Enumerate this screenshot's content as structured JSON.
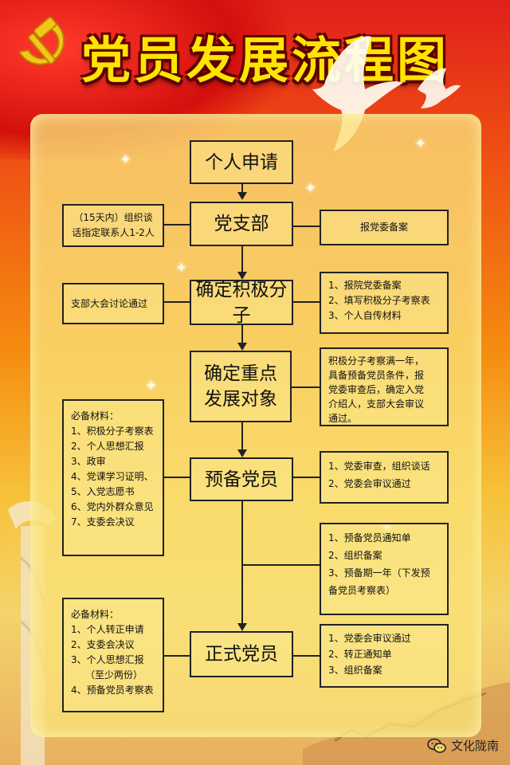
{
  "title": "党员发展流程图",
  "watermark": "文化陇南",
  "steps": {
    "s1": "个人申请",
    "s2": "党支部",
    "s3": "确定积极分子",
    "s4": "确定重点\n发展对象",
    "s5": "预备党员",
    "s6": "正式党员"
  },
  "left_notes": {
    "n1": "（15天内）组织谈\n话指定联系人1-2人",
    "n2": "支部大会讨论通过",
    "n3": "必备材料：\n1、积极分子考察表\n2、个人思想汇报\n3、政审\n4、党课学习证明、\n5、入党志愿书\n6、党内外群众意见\n7、支委会决议",
    "n4": "必备材料：\n1、个人转正申请\n2、支委会决议\n3、个人思想汇报\n　　（至少两份）\n4、预备党员考察表"
  },
  "right_notes": {
    "r1": "报党委备案",
    "r2": "1、报院党委备案\n2、填写积极分子考察表\n3、个人自传材料",
    "r3": "积极分子考察满一年，\n具备预备党员条件，报\n党委审查后，确定入党\n介绍人，支部大会审议\n通过。",
    "r4": "1、党委审查，组织谈话\n2、党委会审议通过",
    "r5": "1、预备党员通知单\n2、组织备案\n3、预备期一年（下发预\n备党员考察表）",
    "r6": "1、党委会审议通过\n2、转正通知单\n3、组织备案"
  },
  "colors": {
    "title_fill": "#ffe400",
    "title_outline": "#5a0000",
    "panel": "#fae278",
    "emblem": "#f5c518",
    "flag": "#d3100d"
  }
}
